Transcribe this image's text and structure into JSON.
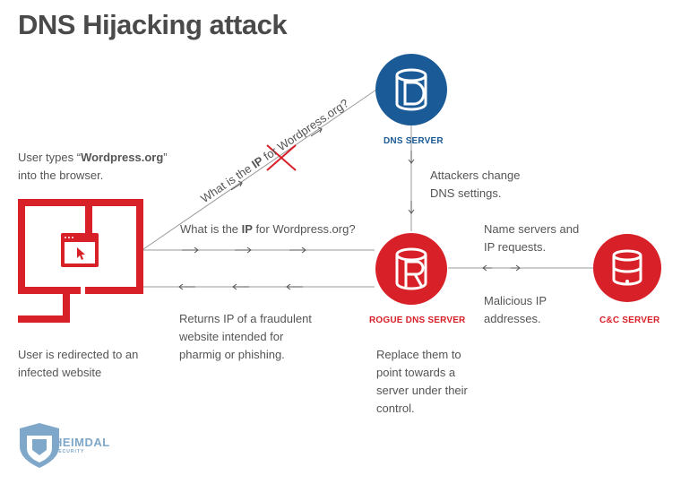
{
  "title": "DNS Hijacking attack",
  "user_types": {
    "before": "User types “",
    "bold": "Wordpress.org",
    "after": "”",
    "line2": "into the browser."
  },
  "question_diag": {
    "before": "What is the ",
    "bold": "IP",
    "after": " for Wordpress.org?"
  },
  "question_direct": {
    "before": "What is the ",
    "bold": "IP",
    "after": " for Wordpress.org?"
  },
  "dns_server_label": "DNS SERVER",
  "rogue_server_label": "ROGUE DNS SERVER",
  "cc_server_label": "C&C SERVER",
  "attackers_change": [
    "Attackers change",
    "DNS settings."
  ],
  "name_servers": [
    "Name servers and",
    "IP requests."
  ],
  "malicious_ip": [
    "Malicious IP",
    "addresses."
  ],
  "returns_ip": [
    "Returns IP of a fraudulent",
    "website intended for",
    "pharmig or phishing."
  ],
  "redirected": [
    "User is redirected to an",
    "infected website"
  ],
  "replace": [
    "Replace them to",
    "point towards a",
    "server under their",
    "control."
  ],
  "icons": {
    "dns": "database-d-icon",
    "rogue": "database-r-icon",
    "cc": "database-icon",
    "computer": "computer-monitor-icon",
    "cross": "cross-icon",
    "logo": "heimdal-shield-logo"
  },
  "colors": {
    "blue": "#1a5a96",
    "red": "#d72027",
    "text": "#555555"
  },
  "logo": {
    "name": "HEIMDAL",
    "sub": "SECURITY"
  }
}
